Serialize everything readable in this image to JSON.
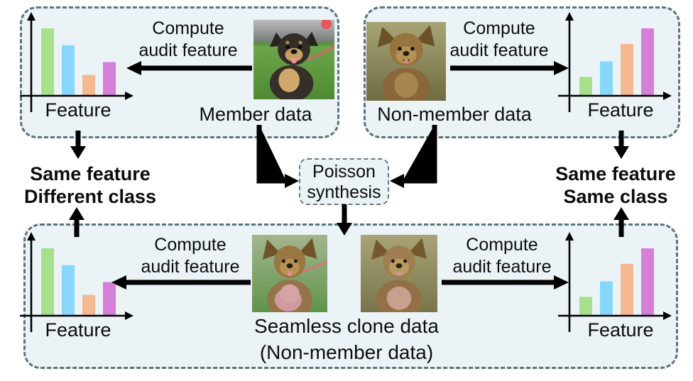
{
  "colors": {
    "panel_fill": "#ebf3f6",
    "panel_border": "#5d737c",
    "arrow_black": "#000000",
    "bar_green": "#a7e08b",
    "bar_blue": "#87d7fb",
    "bar_orange": "#f5b991",
    "bar_magenta": "#d57fd8"
  },
  "labels": {
    "compute_line1": "Compute",
    "compute_line2": "audit feature",
    "member_caption": "Member data",
    "nonmember_caption": "Non-member data",
    "clone_caption_line1": "Seamless clone data",
    "clone_caption_line2": "(Non-member data)",
    "poisson_line1": "Poisson",
    "poisson_line2": "synthesis",
    "left_note_line1": "Same feature",
    "left_note_line2": "Different class",
    "right_note_line1": "Same feature",
    "right_note_line2": "Same class"
  },
  "chart_data": {
    "descending": {
      "type": "bar",
      "values": [
        100,
        75,
        31,
        50
      ],
      "bar_colors": [
        "bar_green",
        "bar_blue",
        "bar_orange",
        "bar_magenta"
      ],
      "xlabel": "Feature",
      "ylabel": "",
      "grid": false
    },
    "ascending": {
      "type": "bar",
      "values": [
        28,
        51,
        77,
        100
      ],
      "bar_colors": [
        "bar_green",
        "bar_blue",
        "bar_orange",
        "bar_magenta"
      ],
      "xlabel": "Feature",
      "ylabel": "",
      "grid": false
    }
  },
  "images": {
    "member": "Yorkshire terrier puppy sitting on grass (member data photo)",
    "nonmember": "Tan Yorkshire terrier on olive grass (non-member data photo)",
    "clone_left": "Seamless clone: non-member dog blended onto member background",
    "clone_right": "Seamless clone: non-member dog blended onto non-member background"
  }
}
